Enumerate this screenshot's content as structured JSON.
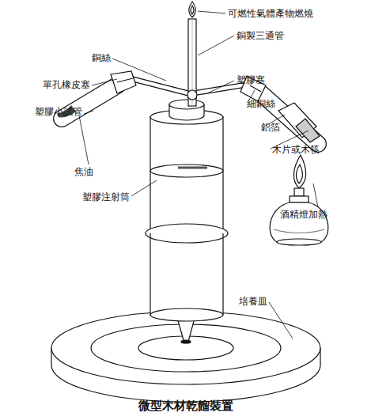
{
  "diagram": {
    "caption": "微型木材乾餾裝置",
    "labels": [
      "可燃性氣體產物燃燒",
      "銅製三通管",
      "銅絲",
      "塑膠塞",
      "單孔橡皮塞",
      "細銅絲",
      "塑膠小試管",
      "鋁箔",
      "木片或木筷",
      "焦油",
      "塑膠注射筒",
      "酒精燈加熱",
      "培養皿"
    ]
  }
}
